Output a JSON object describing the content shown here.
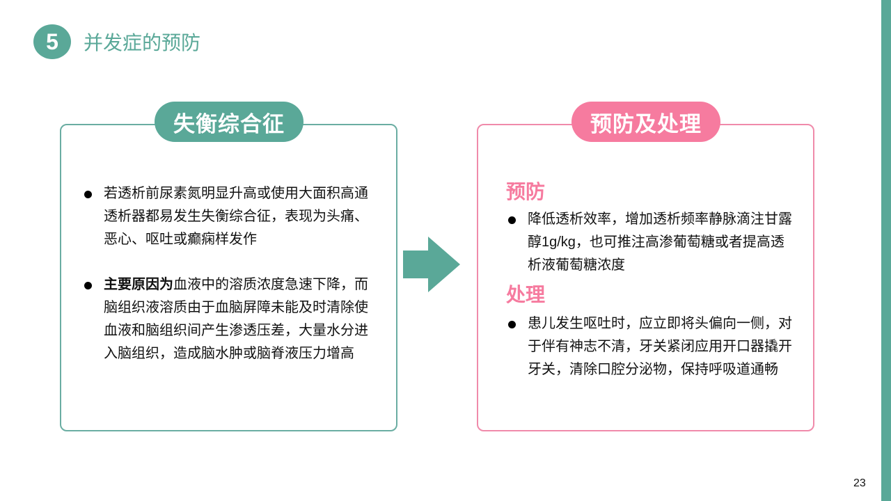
{
  "header": {
    "section_number": "5",
    "title": "并发症的预防"
  },
  "colors": {
    "teal": "#5aa898",
    "pink": "#f67b9f"
  },
  "left_card": {
    "badge": "失衡综合征",
    "items": [
      {
        "bold": "",
        "text": "若透析前尿素氮明显升高或使用大面积高通透析器都易发生失衡综合征，表现为头痛、恶心、呕吐或癫痫样发作"
      },
      {
        "bold": "主要原因为",
        "text": "血液中的溶质浓度急速下降，而脑组织液溶质由于血脑屏障未能及时清除使血液和脑组织间产生渗透压差，大量水分进入脑组织，造成脑水肿或脑脊液压力增高"
      }
    ]
  },
  "arrow": {
    "icon": "arrow-right-icon"
  },
  "right_card": {
    "badge": "预防及处理",
    "sections": [
      {
        "heading": "预防",
        "items": [
          "降低透析效率，增加透析频率静脉滴注甘露醇1g/kg，也可推注高渗葡萄糖或者提高透析液葡萄糖浓度"
        ]
      },
      {
        "heading": "处理",
        "items": [
          "患儿发生呕吐时，应立即将头偏向一侧，对于伴有神志不清，牙关紧闭应用开口器撬开牙关，清除口腔分泌物，保持呼吸道通畅"
        ]
      }
    ]
  },
  "footer": {
    "page_number": "23"
  }
}
